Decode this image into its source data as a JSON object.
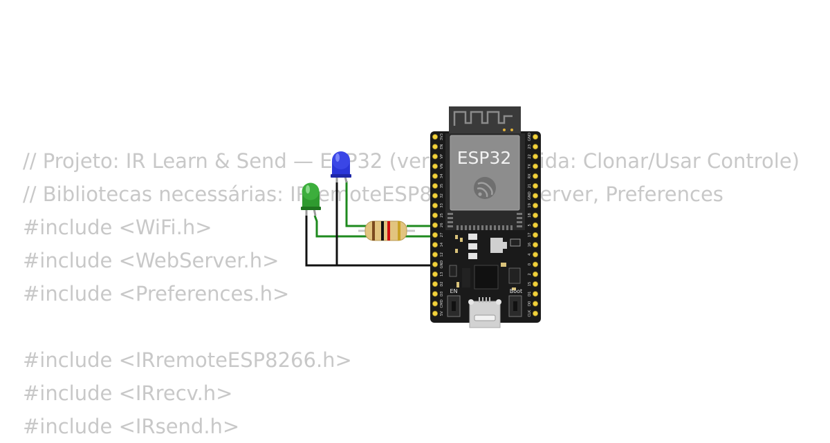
{
  "code": {
    "lines": [
      "// Projeto: IR Learn & Send — ESP32 (versão estendida: Clonar/Usar Controle)",
      "// Bibliotecas necessárias: IRremoteESP8266, WebServer, Preferences",
      "#include <WiFi.h>",
      "#include <WebServer.h>",
      "#include <Preferences.h>",
      "",
      "#include <IRremoteESP8266.h>",
      "#include <IRrecv.h>",
      "#include <IRsend.h>"
    ]
  },
  "board": {
    "label": "ESP32",
    "left_pins": [
      "3V3",
      "EN",
      "VP",
      "VN",
      "34",
      "35",
      "32",
      "33",
      "25",
      "26",
      "27",
      "14",
      "12",
      "GND",
      "13",
      "D2",
      "D3",
      "CMD",
      "5V"
    ],
    "right_pins": [
      "GND",
      "23",
      "22",
      "TX",
      "RX",
      "21",
      "GND",
      "19",
      "18",
      "5",
      "17",
      "16",
      "4",
      "0",
      "2",
      "15",
      "D1",
      "D0",
      "CLK"
    ],
    "en_button_label": "EN",
    "boot_button_label": "Boot"
  },
  "components": {
    "blue_led_color": "#2a36d8",
    "green_led_color": "#2f9a2f",
    "wire_green": "#1e8a1e",
    "wire_black": "#111111"
  }
}
